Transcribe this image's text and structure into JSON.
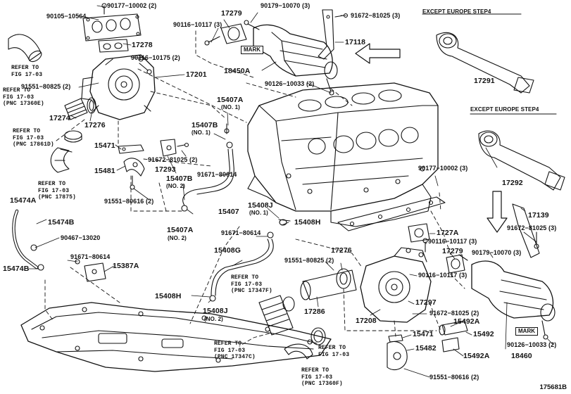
{
  "labels": {
    "p_90177_top": "90177−10002 (2)",
    "p_90105": "90105−10564",
    "p_17278": "17278",
    "p_90116_10175": "90116−10175 (2)",
    "p_17201": "17201",
    "p_91551_80825_top": "91551−80825 (2)",
    "p_17274": "17274",
    "p_17276_top": "17276",
    "p_15471_top": "15471",
    "p_15481": "15481",
    "p_91551_80616_left": "91551−80616 (2)",
    "p_17293": "17293",
    "p_91672_81025_mid": "91672−81025 (2)",
    "p_15474A": "15474A",
    "p_15474B_r": "15474B",
    "p_90467": "90467−13020",
    "p_15474B_l": "15474B",
    "p_91671_left": "91671−80614",
    "p_15387A": "15387A",
    "p_90116_10117_top": "90116−10117 (3)",
    "p_17279_top": "17279",
    "p_90179_top": "90179−10070 (3)",
    "p_91672_81025_top": "91672−81025 (3)",
    "p_17118": "17118",
    "p_18450A": "18450A",
    "p_90126_top": "90126−10033 (2)",
    "p_17291": "17291",
    "p_15407A_1": "15407A",
    "p_15407A_1_no": "(NO. 1)",
    "p_15407B_1": "15407B",
    "p_15407B_1_no": "(NO. 1)",
    "p_91671_mid": "91671−80614",
    "p_15407B_2": "15407B",
    "p_15407B_2_no": "(NO. 2)",
    "p_15407": "15407",
    "p_15407A_2": "15407A",
    "p_15407A_2_no": "(NO. 2)",
    "p_15408J_1": "15408J",
    "p_15408J_1_no": "(NO. 1)",
    "p_15408H_r": "15408H",
    "p_91671_low": "91671−80614",
    "p_15408G": "15408G",
    "p_15408H_l": "15408H",
    "p_15408J_2": "15408J",
    "p_15408J_2_no": "(NO. 2)",
    "p_90177_right": "90177−10002 (3)",
    "p_17292": "17292",
    "p_17139": "17139",
    "p_91672_81025_right": "91672−81025 (3)",
    "p_1727A": "1727A",
    "p_90116_10117_right": "90116−10117 (3)",
    "p_17279_right": "17279",
    "p_90179_right": "90179−10070 (3)",
    "p_91551_80825_mid": "91551−80825 (2)",
    "p_17276_mid": "17276",
    "p_90116_10117_low": "90116−10117 (3)",
    "p_17297": "17297",
    "p_91672_81025_low": "91672−81025 (2)",
    "p_17286": "17286",
    "p_17208": "17208",
    "p_15492A_top": "15492A",
    "p_15492": "15492",
    "p_15471_low": "15471",
    "p_15482": "15482",
    "p_15492A_low": "15492A",
    "p_91551_80616_low": "91551−80616 (2)",
    "p_90126_right": "90126−10033 (2)",
    "p_18460": "18460"
  },
  "refs": {
    "r1": "REFER TO\nFIG 17-03",
    "r2": "REFER TO\nFIG 17-03\n(PNC 17360E)",
    "r3": "REFER TO\nFIG 17-03\n(PNC 17861D)",
    "r4": "REFER TO\nFIG 17-03\n(PNC 17875)",
    "r5": "REFER TO\nFIG 17-03\n(PNC 17347F)",
    "r6": "REFER TO\nFIG 17-03\n(PNC 17347C)",
    "r7": "REFER TO\nFIG 17-03",
    "r8": "REFER TO\nFIG 17-03\n(PNC 17360F)"
  },
  "notes": {
    "except_top": "EXCEPT EUROPE STEP4",
    "except_mid": "EXCEPT EUROPE STEP4",
    "mark_top": "MARK",
    "mark_low": "MARK",
    "figure_id": "175681B"
  }
}
